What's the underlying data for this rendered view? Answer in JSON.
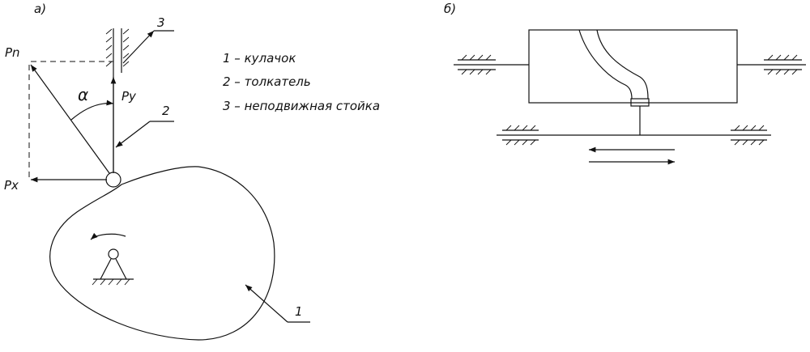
{
  "panel_a": {
    "label": "а)",
    "force_labels": {
      "pn": "Pn",
      "py": "Py",
      "px": "Px",
      "alpha": "α"
    },
    "callouts": {
      "cam": "1",
      "follower": "2",
      "stand": "3"
    },
    "legend": [
      "1 – кулачок",
      "2 – толкатель",
      "3 – неподвижная стойка"
    ]
  },
  "panel_b": {
    "label": "б)"
  }
}
